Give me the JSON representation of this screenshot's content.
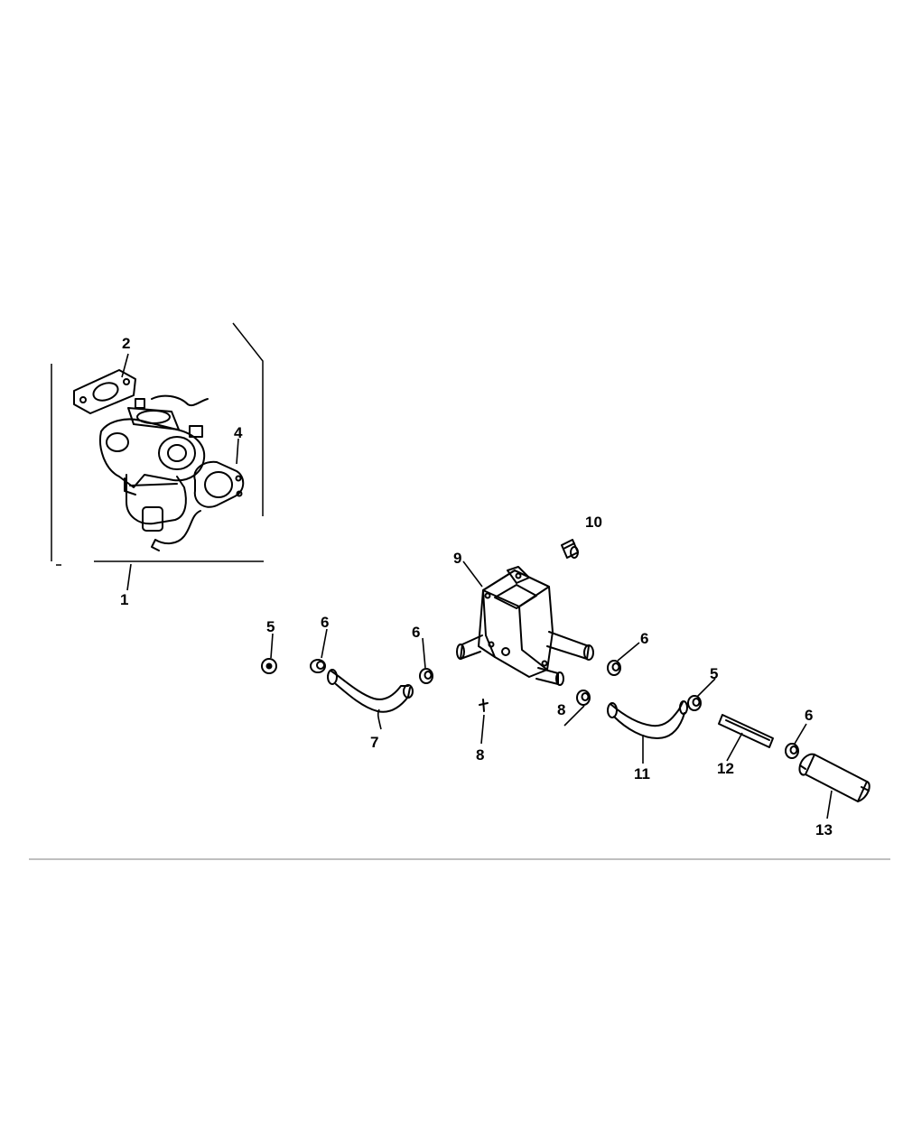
{
  "callouts": {
    "c1": "1",
    "c2": "2",
    "c4": "4",
    "c5a": "5",
    "c6a": "6",
    "c6b": "6",
    "c6c": "6",
    "c5b": "5",
    "c6d": "6",
    "c7": "7",
    "c8a": "8",
    "c8b": "8",
    "c9": "9",
    "c10": "10",
    "c11": "11",
    "c12": "12",
    "c13": "13"
  },
  "colors": {
    "line": "#000000",
    "background": "#ffffff",
    "rule": "#999999"
  }
}
